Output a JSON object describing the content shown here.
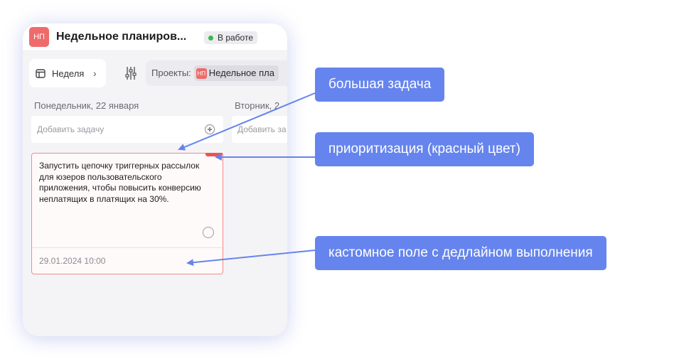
{
  "header": {
    "project_avatar": "НП",
    "project_title": "Недельное планиров...",
    "status": "В работе",
    "status_color": "#3bb84a"
  },
  "toolbar": {
    "week_label": "Неделя",
    "projects_label": "Проекты:",
    "project_chip_avatar": "НП",
    "project_chip_label": "Недельное пла"
  },
  "days": [
    {
      "title": "Понедельник, 22 января",
      "add_placeholder": "Добавить задачу"
    },
    {
      "title": "Вторник, 2",
      "add_placeholder": "Добавить за"
    }
  ],
  "task": {
    "text": "Запустить цепочку триггерных рассылок для юзеров пользовательского приложения, чтобы повысить конверсию неплатящих в платящих на 30%.",
    "deadline": "29.01.2024 10:00",
    "priority_color": "#ef5350"
  },
  "callouts": {
    "big_task": "большая задача",
    "priority": "приоритизация (красный цвет)",
    "deadline_field": "кастомное поле с дедлайном выполнения"
  },
  "colors": {
    "accent": "#6584ee",
    "project": "#ef6b6b"
  }
}
